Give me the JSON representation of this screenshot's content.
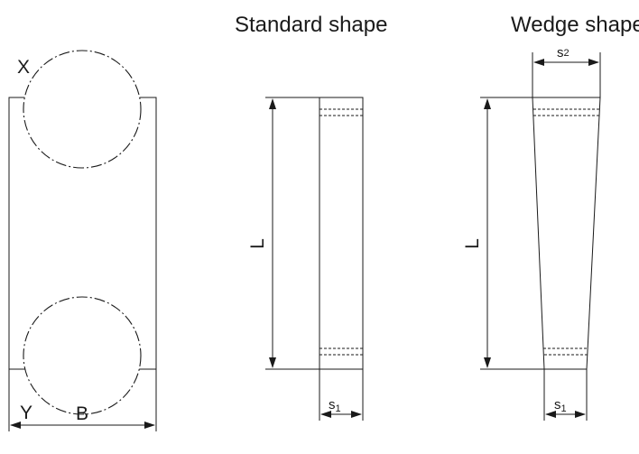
{
  "titles": {
    "standard": "Standard shape",
    "wedge": "Wedge shape"
  },
  "front_view": {
    "label_x": "X",
    "label_y": "Y",
    "label_b": "B"
  },
  "standard_view": {
    "label_l": "L",
    "label_s": "s",
    "label_s_sub": "1"
  },
  "wedge_view": {
    "label_l": "L",
    "label_s1": "s",
    "label_s1_sub": "1",
    "label_s2": "s",
    "label_s2_sub": "2"
  }
}
